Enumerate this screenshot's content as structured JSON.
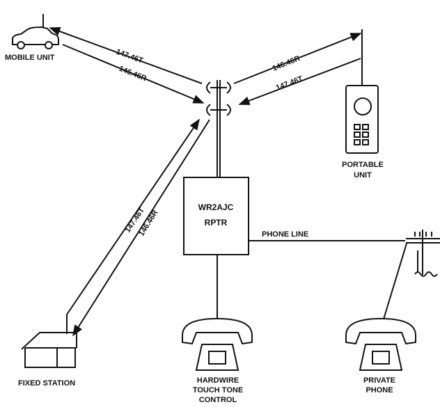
{
  "labels": {
    "mobile_unit": "MOBILE UNIT",
    "portable_unit_1": "PORTABLE",
    "portable_unit_2": "UNIT",
    "repeater_1": "WR2AJC",
    "repeater_2": "RPTR",
    "phone_line": "PHONE LINE",
    "fixed_station": "FIXED STATION",
    "hardwire_1": "HARDWIRE",
    "hardwire_2": "TOUCH TONE",
    "hardwire_3": "CONTROL",
    "private_1": "PRIVATE",
    "private_2": "PHONE"
  },
  "links": {
    "mobile_tx": "147.46T",
    "mobile_rx": "146.46R",
    "portable_rx": "146.46R",
    "portable_tx": "147.46T",
    "fixed_tx": "147.46T",
    "fixed_rx": "146.46R"
  },
  "icons": [
    "car-icon",
    "antenna-icon",
    "walkie-talkie-icon",
    "house-icon",
    "telephone-icon",
    "utility-pole-icon"
  ]
}
